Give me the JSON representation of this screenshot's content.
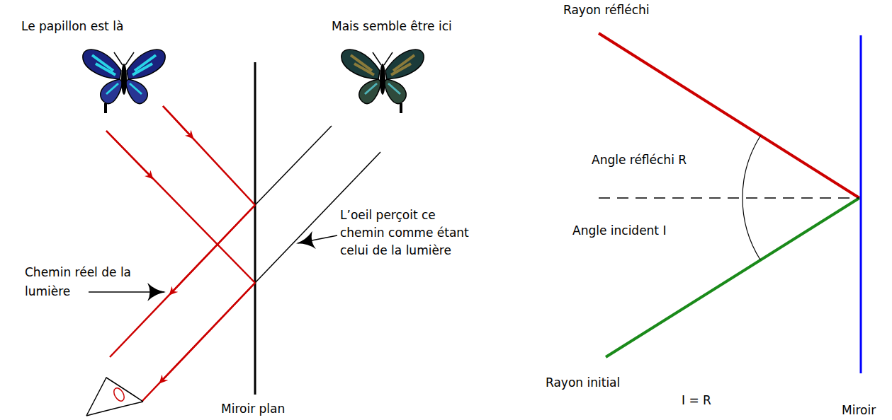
{
  "diagram": {
    "labels": [
      "Le papillon est là",
      "Mais semble être ici",
      "L’oeil perçoit ce chemin comme étant celui de la lumière",
      "Chemin réel de la lumière",
      "Miroir plan",
      "Rayon réfléchi",
      "Angle réfléchi R",
      "Angle incident I",
      "Rayon initial",
      "I = R",
      "Miroir"
    ]
  }
}
